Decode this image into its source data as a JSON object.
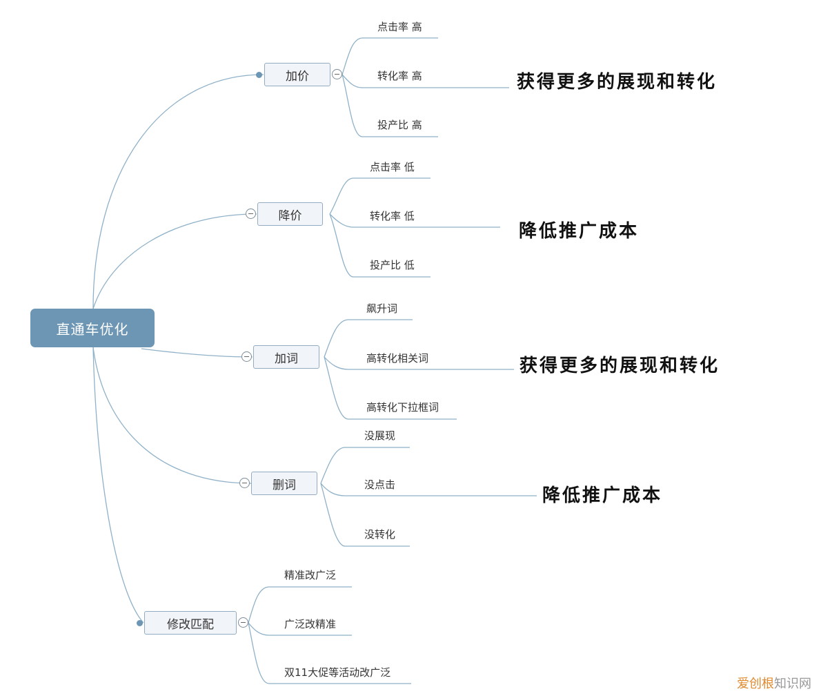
{
  "root": {
    "label": "直通车优化"
  },
  "branches": [
    {
      "label": "加价",
      "leaves": [
        "点击率 高",
        "转化率 高",
        "投产比 高"
      ],
      "note": "获得更多的展现和转化"
    },
    {
      "label": "降价",
      "leaves": [
        "点击率 低",
        "转化率 低",
        "投产比 低"
      ],
      "note": "降低推广成本"
    },
    {
      "label": "加词",
      "leaves": [
        "飙升词",
        "高转化相关词",
        "高转化下拉框词"
      ],
      "note": "获得更多的展现和转化"
    },
    {
      "label": "删词",
      "leaves": [
        "没展现",
        "没点击",
        "没转化"
      ],
      "note": "降低推广成本"
    },
    {
      "label": "修改匹配",
      "leaves": [
        "精准改广泛",
        "广泛改精准",
        "双11大促等活动改广泛"
      ]
    }
  ],
  "watermark": {
    "brand": "爱创根",
    "suffix": "知识网"
  },
  "colors": {
    "root_fill": "#6c96b4",
    "line": "#8fb1c8",
    "branch_border": "#93abc0"
  }
}
